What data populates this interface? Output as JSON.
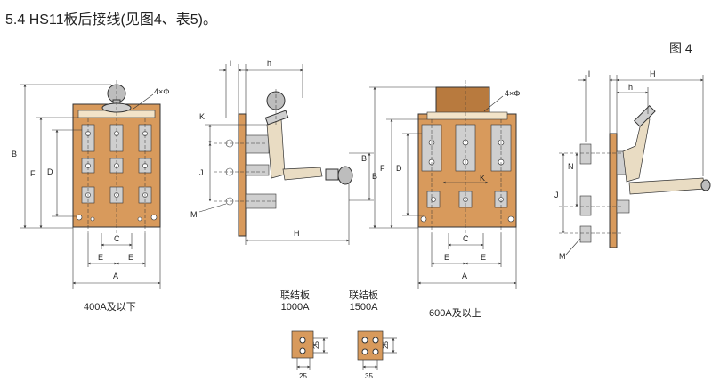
{
  "header": {
    "title": "5.4 HS11板后接线(见图4、表5)。"
  },
  "figure_label": "图 4",
  "captions": {
    "small": "400A及以下",
    "large": "600A及以上",
    "link_1000": [
      "联结板",
      "1000A"
    ],
    "link_1500": [
      "联结板",
      "1500A"
    ]
  },
  "dims": {
    "A": "A",
    "B": "B",
    "C": "C",
    "D": "D",
    "E": "E",
    "F": "F",
    "H": "H",
    "h": "h",
    "l": "l",
    "J": "J",
    "K": "K",
    "M": "M",
    "N": "N",
    "holes_small": "4×Φ",
    "holes_large": "4×Φ",
    "n25a": "25",
    "n25b": "25",
    "n25c": "25",
    "n35": "35"
  },
  "colors": {
    "panel": "#d89a5c",
    "panel_dark": "#b87a3e",
    "metal": "#cfcfcf",
    "handle": "#bdbdbd",
    "line": "#333333",
    "arm": "#e9dcc3"
  }
}
